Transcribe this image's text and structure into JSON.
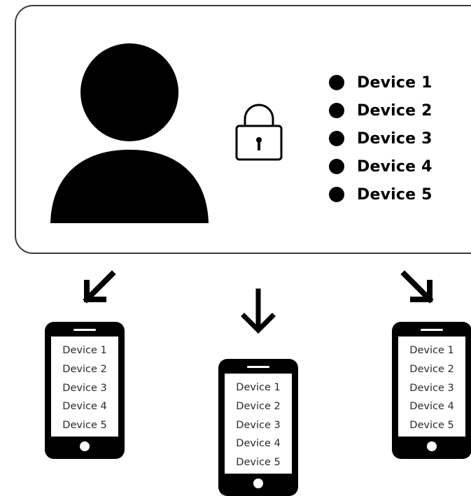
{
  "account_devices": [
    "Device 1",
    "Device 2",
    "Device 3",
    "Device 4",
    "Device 5"
  ],
  "phones": {
    "left": {
      "items": [
        "Device 1",
        "Device 2",
        "Device 3",
        "Device 4",
        "Device 5"
      ]
    },
    "middle": {
      "items": [
        "Device 1",
        "Device 2",
        "Device 3",
        "Device 4",
        "Device 5"
      ]
    },
    "right": {
      "items": [
        "Device 1",
        "Device 2",
        "Device 3",
        "Device 4",
        "Device 5"
      ]
    }
  },
  "icons": {
    "user": "user-silhouette-icon",
    "lock": "padlock-icon",
    "arrows": [
      "arrow-down-left-icon",
      "arrow-down-icon",
      "arrow-down-right-icon"
    ]
  },
  "colors": {
    "foreground": "#000000",
    "background": "#ffffff",
    "card_border": "#3a3a3a"
  }
}
